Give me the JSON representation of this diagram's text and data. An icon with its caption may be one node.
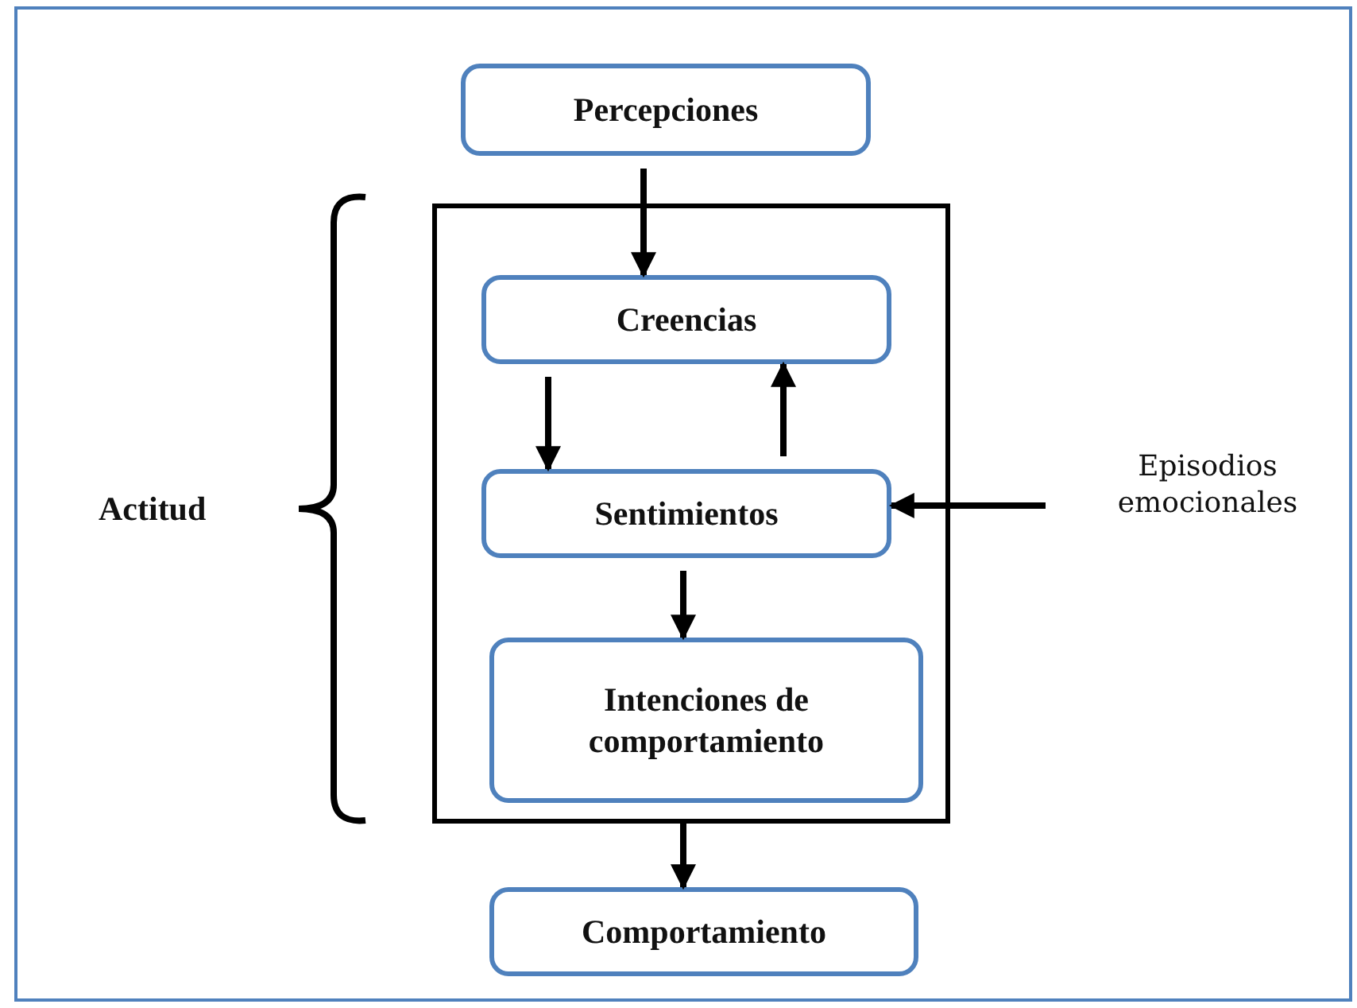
{
  "diagram": {
    "nodes": [
      {
        "text": [
          "Percepciones"
        ]
      },
      {
        "text": [],
        "shape": "box"
      },
      {
        "text": [
          "Creencias"
        ],
        "in": 1
      },
      {
        "text": [
          "Sentimientos"
        ],
        "in": 1
      },
      {
        "text": [
          "Intenciones de comportamiento"
        ],
        "in": 1
      },
      {
        "text": [
          "Comportamiento"
        ]
      },
      {
        "text": [
          "Episodios emocionales"
        ]
      }
    ],
    "edges": [
      {
        "from": 0,
        "to": 2,
        "arrow": "to"
      },
      {
        "from": 2,
        "to": 3,
        "arrow": "to"
      },
      {
        "from": 3,
        "to": 2,
        "arrow": "to"
      },
      {
        "from": 6,
        "to": 3,
        "arrow": "to"
      },
      {
        "from": 3,
        "to": 4,
        "arrow": "to"
      },
      {
        "from": 1,
        "to": 5,
        "arrow": "to"
      }
    ],
    "labels": [
      "Actitud"
    ]
  }
}
